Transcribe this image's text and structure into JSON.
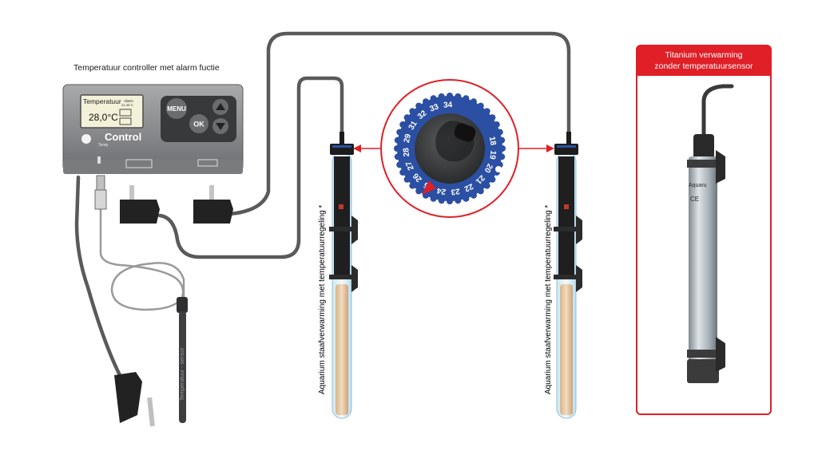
{
  "controller": {
    "title": "Temperatuur controller met alarm fuctie",
    "lcd_label": "Temperatuur",
    "lcd_alarm": "Alarm",
    "lcd_range": "22-30°C",
    "lcd_value": "28,0°C",
    "menu_button": "MENU",
    "ok_button": "OK",
    "brand": "Control",
    "brand_sub": "Temp"
  },
  "sensor": {
    "label": "Temperatuur - sensor"
  },
  "heater_left": {
    "label": "Aquarium staafverwarming  met temperatuurregeling *"
  },
  "heater_right": {
    "label": "Aquarium staafverwarming  met temperatuurregeling *"
  },
  "dial": {
    "numbers": [
      "18",
      "19",
      "20",
      "21",
      "22",
      "23",
      "24",
      "25",
      "26",
      "27",
      "28",
      "29",
      "31",
      "32",
      "33",
      "34"
    ]
  },
  "titanium": {
    "title_line1": "Titanium verwarming",
    "title_line2": "zonder temperatuursensor",
    "brand": "Aquaru",
    "ce_mark": "CE"
  },
  "colors": {
    "accent_red": "#e01f26",
    "dial_blue": "#2b4fa3",
    "cable": "#5a5a5a"
  }
}
